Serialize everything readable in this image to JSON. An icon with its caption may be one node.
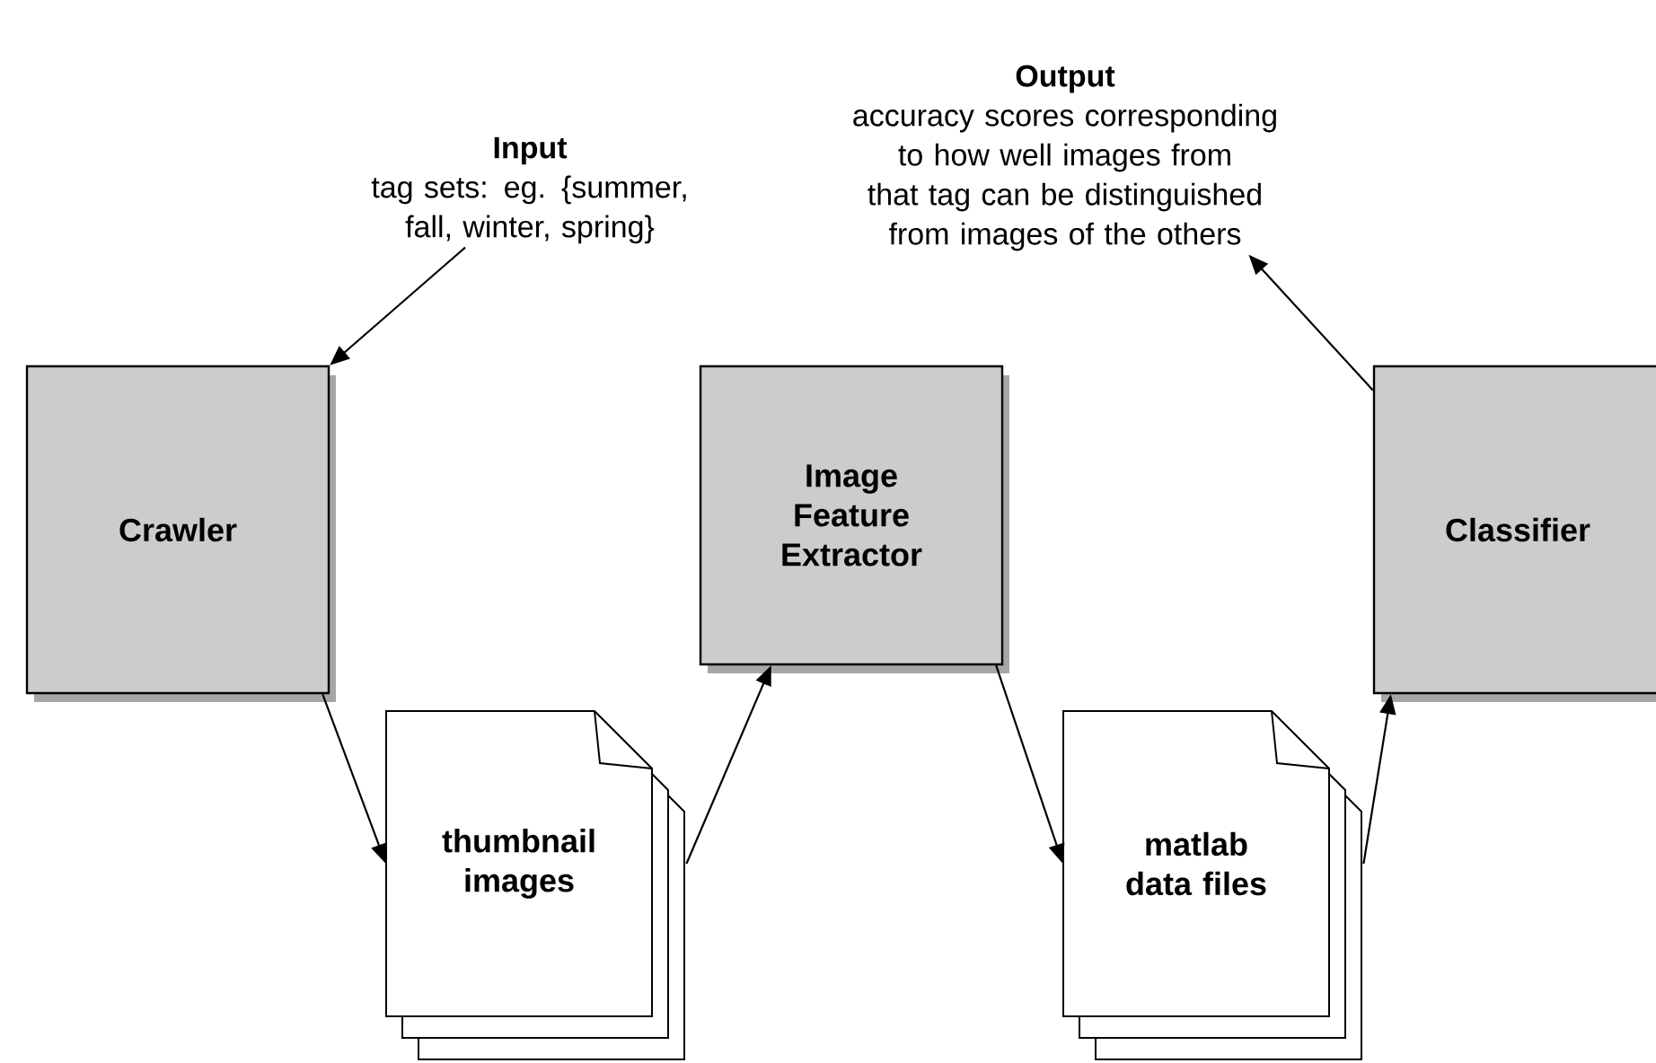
{
  "diagram": {
    "nodes": [
      {
        "text": [
          "Input",
          "tag sets: eg. {summer, fall, winter, spring}"
        ]
      },
      {
        "text": [
          "Crawler"
        ]
      },
      {
        "text": [
          "thumbnail images"
        ]
      },
      {
        "text": [
          "Image Feature Extractor"
        ]
      },
      {
        "text": [
          "matlab data files"
        ]
      },
      {
        "text": [
          "Classifier"
        ]
      },
      {
        "text": [
          "Output",
          "accuracy scores corresponding to how well images from that tag can be distinguished from images of the others"
        ]
      }
    ],
    "edges": [
      {
        "from": 0,
        "to": 1,
        "arrow": "to"
      },
      {
        "from": 1,
        "to": 2,
        "arrow": "to"
      },
      {
        "from": 2,
        "to": 3,
        "arrow": "to"
      },
      {
        "from": 3,
        "to": 4,
        "arrow": "to"
      },
      {
        "from": 4,
        "to": 5,
        "arrow": "to"
      },
      {
        "from": 5,
        "to": 6,
        "arrow": "to"
      }
    ]
  }
}
